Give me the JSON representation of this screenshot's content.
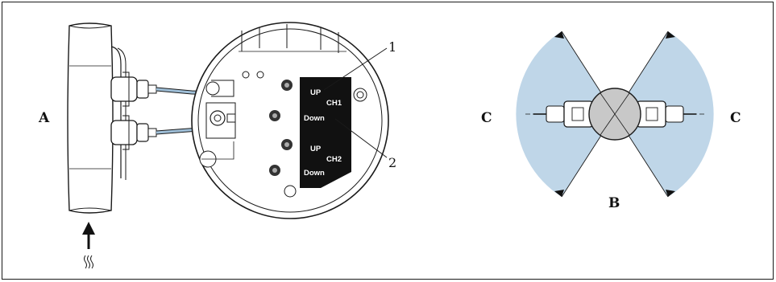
{
  "labels": {
    "A": "A",
    "B": "B",
    "C_left": "C",
    "C_right": "C",
    "callout_1": "1",
    "callout_2": "2"
  },
  "terminal_panel": {
    "up1": "UP",
    "ch1": "CH1",
    "down1": "Down",
    "up2": "UP",
    "ch2": "CH2",
    "down2": "Down"
  },
  "colors": {
    "sector_fill": "#bfd6e8",
    "panel_black": "#111111",
    "cable_blue": "#9fbfd8",
    "outline": "#1a1a1a",
    "sensor_body": "#c8c8c8"
  },
  "icons": {
    "flow_arrow": "arrow-up-icon",
    "heat_waves": "heat-waves-icon"
  }
}
